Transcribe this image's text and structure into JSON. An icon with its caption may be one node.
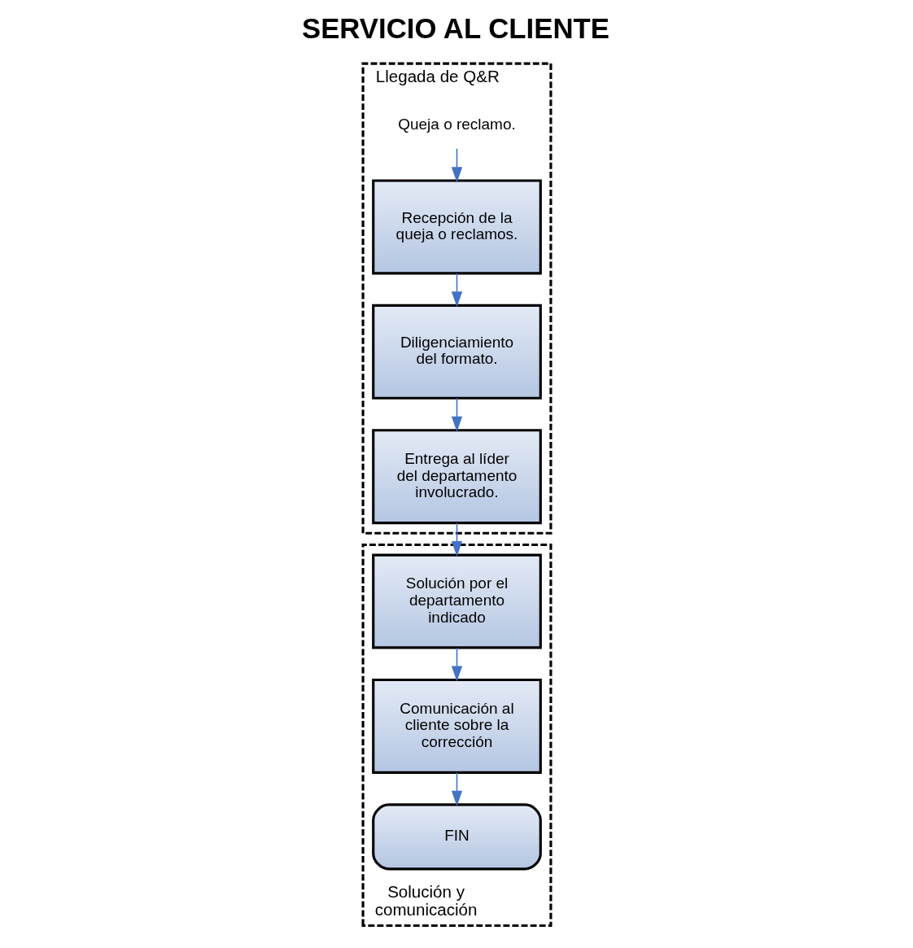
{
  "diagram": {
    "title": "SERVICIO AL CLIENTE",
    "nodes": [
      {
        "text": [
          "Llegada de Q&R"
        ]
      },
      {
        "text": [
          "Queja o reclamo."
        ],
        "in": 0
      },
      {
        "text": [
          "Recepción de la queja o reclamos."
        ],
        "in": 0
      },
      {
        "text": [
          "Diligenciamiento del formato."
        ],
        "in": 0
      },
      {
        "text": [
          "Entrega al líder del departamento involucrado."
        ],
        "in": 0
      },
      {
        "text": [
          "Solución y comunicación"
        ]
      },
      {
        "text": [
          "Solución por el departamento indicado"
        ],
        "in": 5
      },
      {
        "text": [
          "Comunicación al cliente sobre la corrección"
        ],
        "in": 5
      },
      {
        "text": [
          "FIN"
        ],
        "in": 5
      }
    ],
    "edges": [
      {
        "from": 1,
        "to": 2,
        "arrow": "to"
      },
      {
        "from": 2,
        "to": 3,
        "arrow": "to"
      },
      {
        "from": 3,
        "to": 4,
        "arrow": "to"
      },
      {
        "from": 4,
        "to": 6,
        "arrow": "to"
      },
      {
        "from": 6,
        "to": 7,
        "arrow": "to"
      },
      {
        "from": 7,
        "to": 8,
        "arrow": "to"
      }
    ]
  }
}
